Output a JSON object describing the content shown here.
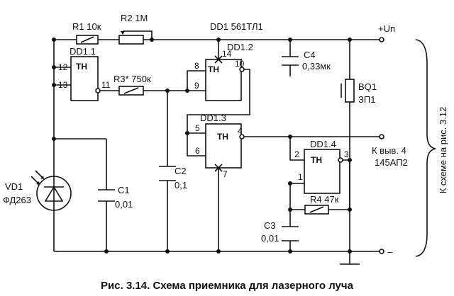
{
  "chips": {
    "dd1": "DD1 561ТЛ1",
    "dd1_1": "DD1.1",
    "dd1_2": "DD1.2",
    "dd1_3": "DD1.3",
    "dd1_4": "DD1.4",
    "tn": "ТН"
  },
  "parts": {
    "r1": "R1 10к",
    "r2": "R2 1М",
    "r3": "R3* 750к",
    "r4": "R4 47к",
    "c1_name": "C1",
    "c1_val": "0,01",
    "c2_name": "C2",
    "c2_val": "0,1",
    "c3_name": "C3",
    "c3_val": "0,01",
    "c4_name": "C4",
    "c4_val": "0,33мк",
    "vd1_name": "VD1",
    "vd1_type": "ФД263",
    "bq1_name": "BQ1",
    "bq1_type": "ЗП1"
  },
  "pins": {
    "p12": "12",
    "p13": "13",
    "p11": "11",
    "p8": "8",
    "p9": "9",
    "p10": "10",
    "p14": "14",
    "p5": "5",
    "p6": "6",
    "p4": "4",
    "p7": "7",
    "p2": "2",
    "p1": "1",
    "p3": "3"
  },
  "terminals": {
    "vplus": "+Uп",
    "out_line1": "К выв. 4",
    "out_line2": "145АП2",
    "minus": "–"
  },
  "side_note": "К схеме на рис. 3.12",
  "caption": "Рис. 3.14. Схема приемника для лазерного луча"
}
